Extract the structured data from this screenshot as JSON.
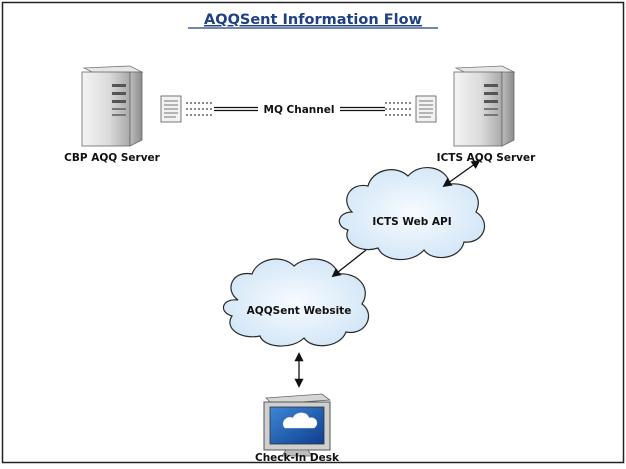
{
  "diagram": {
    "title": "AQQSent Information Flow",
    "nodes": {
      "cbp_server": {
        "label": "CBP AQQ Server"
      },
      "icts_server": {
        "label": "ICTS AQQ Server"
      },
      "web_api": {
        "label": "ICTS Web API"
      },
      "website": {
        "label": "AQQSent Website"
      },
      "checkin": {
        "label": "Check-In Desk"
      }
    },
    "channel": {
      "label": "MQ Channel"
    },
    "colors": {
      "title": "#1f3f86",
      "cloud_fill": "#e3f0fa",
      "cloud_stroke": "#2a2a2a",
      "server_body": "#d9d9d9",
      "monitor_screen": "#1f5fb6"
    }
  }
}
